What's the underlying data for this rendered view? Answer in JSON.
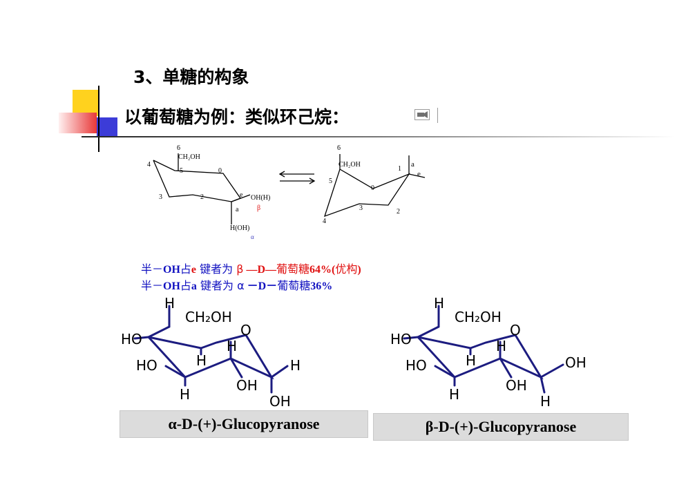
{
  "title": "3、单糖的构象",
  "subtitle": "以葡萄糖为例：类似环己烷：",
  "notes": {
    "line1": {
      "a": "半－",
      "b": "OH",
      "c": "占",
      "d": "e",
      "e": " 键者为 ",
      "f": "β",
      "g": " —D—",
      "h": "葡萄糖",
      "i": "64%(",
      "j": "优构",
      "k": ")"
    },
    "line2": {
      "a": "半－",
      "b": "OH",
      "c": "占",
      "d": "a",
      "e": " 键者为 ",
      "f": "α",
      "g": " －D－",
      "h": "葡萄糖",
      "i": "36%"
    }
  },
  "chair_left": {
    "c6": "6",
    "ch2oh": "CH₂OH",
    "n4": "4",
    "n5": "5",
    "n3": "3",
    "n2": "2",
    "ring_o": "0",
    "e": "e",
    "a": "a",
    "oh_h": "OH(H)",
    "beta": "β",
    "h_oh": "H(OH)",
    "alpha": "α"
  },
  "chair_right": {
    "c6": "6",
    "ch2oh": "CH₂OH",
    "n5": "5",
    "n1": "1",
    "n3": "3",
    "n2": "2",
    "n4": "4",
    "ring_o": "0",
    "a": "a",
    "e": "e"
  },
  "haworth_alpha": {
    "h_top": "H",
    "ch2oh": "CH₂OH",
    "ring_o": "O",
    "ho1": "HO",
    "h_c4": "H",
    "h_c3": "H",
    "ho2": "HO",
    "h_right": "H",
    "oh_mid": "OH",
    "h_bottom": "H",
    "oh_bottom": "OH"
  },
  "haworth_beta": {
    "h_top": "H",
    "ch2oh": "CH₂OH",
    "ring_o": "O",
    "ho1": "HO",
    "h_c4": "H",
    "h_c3": "H",
    "ho2": "HO",
    "oh_right": "OH",
    "oh_mid": "OH",
    "h_bottom": "H",
    "h_anomeric": "H"
  },
  "captions": {
    "alpha": "α-D-(+)-Glucopyranose",
    "beta": "β-D-(+)-Glucopyranose"
  },
  "colors": {
    "bond": "#1c1c80",
    "note_blue": "#1010c0",
    "note_red": "#e01010",
    "deco_yellow": "#ffd21e",
    "deco_red": "#e83838",
    "deco_blue": "#3c3cd8"
  }
}
